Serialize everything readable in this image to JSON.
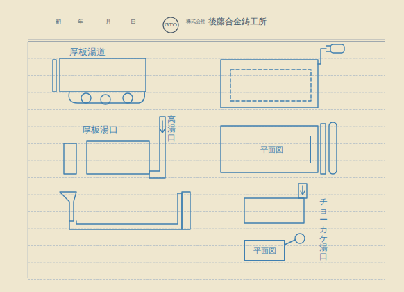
{
  "diagram": {
    "nodes": [
      {
        "text": [
          "平面図"
        ]
      },
      {
        "text": [
          "平面図"
        ]
      }
    ],
    "labels": [
      "昭",
      "年",
      "月",
      "日",
      "GTO",
      "株式会社",
      "後藤合金鋳工所",
      "厚板湯道",
      "厚板湯口",
      "高湯口",
      "チョーカケ湯口"
    ]
  }
}
